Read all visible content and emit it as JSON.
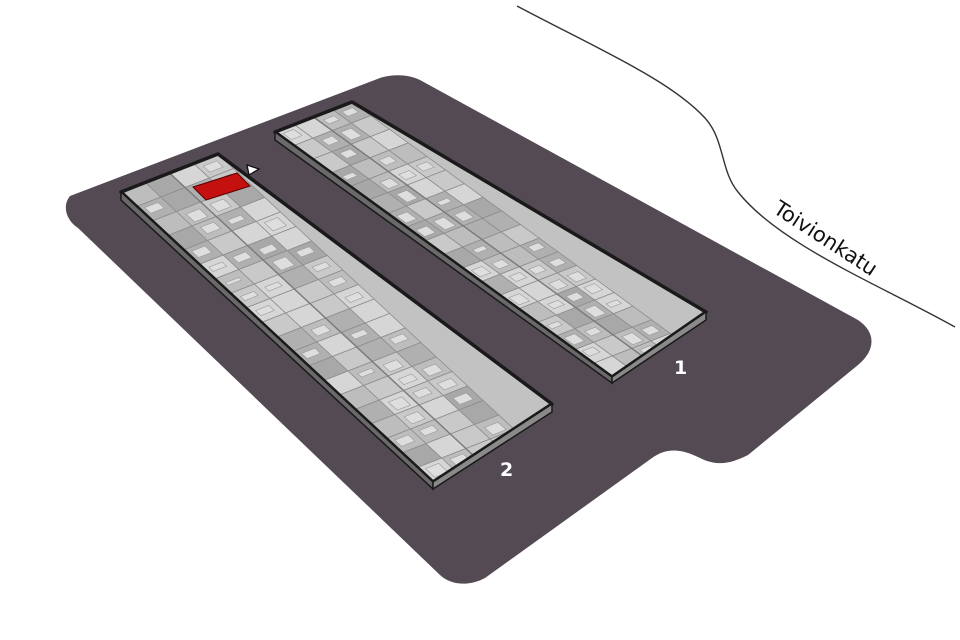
{
  "street": {
    "name": "Toivionkatu"
  },
  "buildings": [
    {
      "number": "1"
    },
    {
      "number": "2",
      "highlighted_apartment": true
    }
  ],
  "colors": {
    "ground": "#544a54",
    "roof_base": "#c2c2c2",
    "roof_cell": "#b3b3b3",
    "roof_light": "#d9d9d9",
    "outline": "#1a1a1a",
    "highlight": "#c4110f",
    "road_line": "#333333"
  },
  "icons": {
    "entrance": "entrance-marker-icon"
  }
}
